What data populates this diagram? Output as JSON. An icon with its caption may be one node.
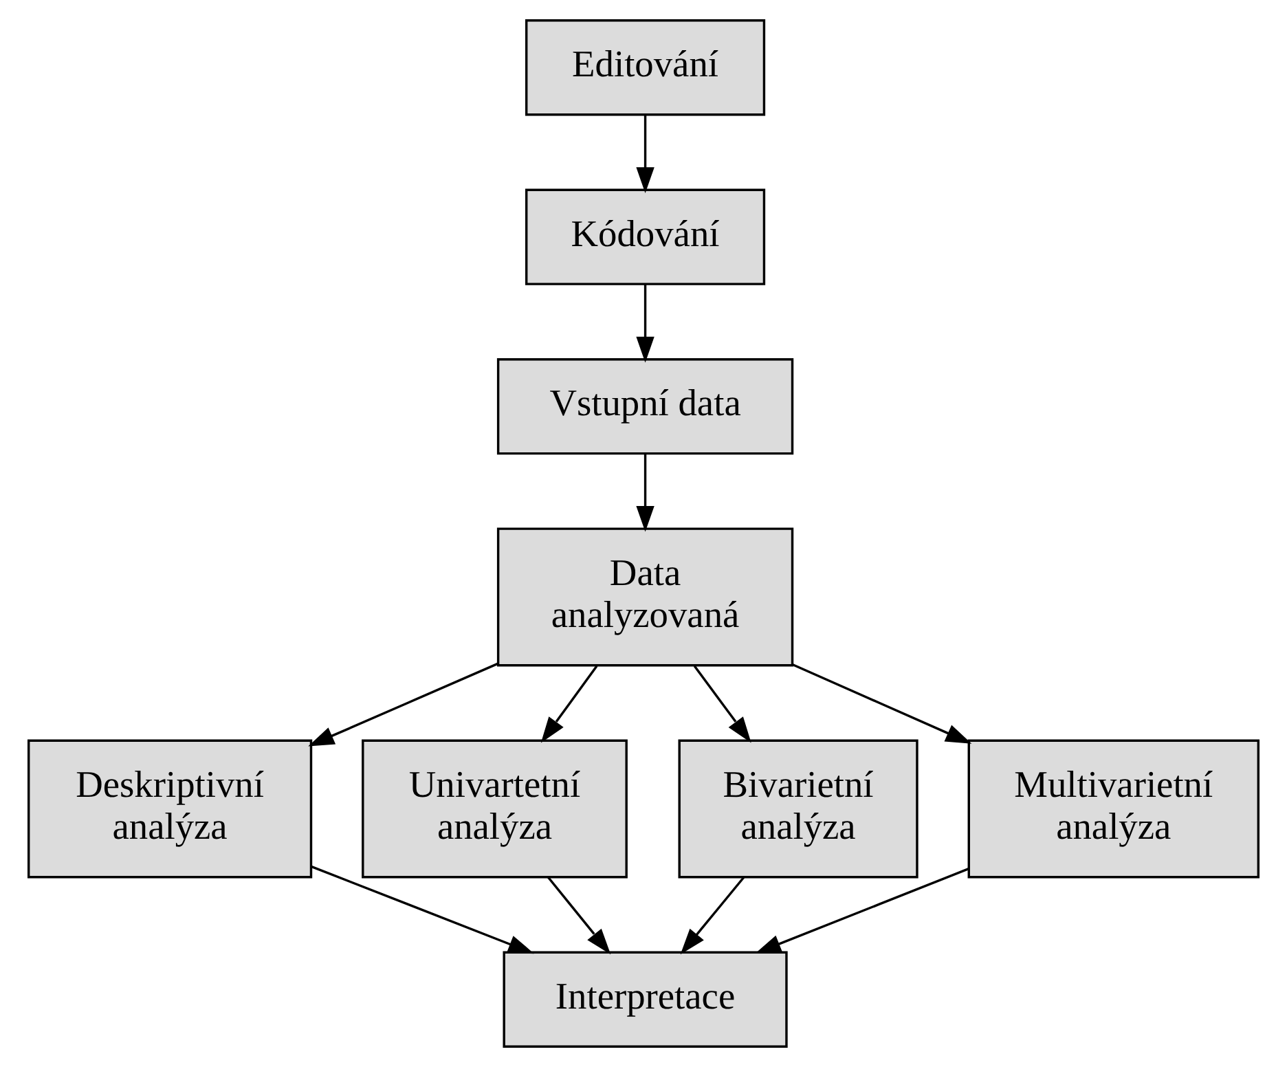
{
  "diagram": {
    "nodes": [
      {
        "text": [
          "Editování"
        ]
      },
      {
        "text": [
          "Kódování"
        ]
      },
      {
        "text": [
          "Vstupní data"
        ]
      },
      {
        "text": [
          "Data analyzovaná"
        ]
      },
      {
        "text": [
          "Deskriptivní analýza"
        ]
      },
      {
        "text": [
          "Univartetní analýza"
        ]
      },
      {
        "text": [
          "Bivarietní analýza"
        ]
      },
      {
        "text": [
          "Multivarietní analýza"
        ]
      },
      {
        "text": [
          "Interpretace"
        ]
      }
    ],
    "edges": [
      {
        "from": 0,
        "to": 1,
        "arrow": "to"
      },
      {
        "from": 1,
        "to": 2,
        "arrow": "to"
      },
      {
        "from": 2,
        "to": 3,
        "arrow": "to"
      },
      {
        "from": 3,
        "to": 4,
        "arrow": "to"
      },
      {
        "from": 3,
        "to": 5,
        "arrow": "to"
      },
      {
        "from": 3,
        "to": 6,
        "arrow": "to"
      },
      {
        "from": 3,
        "to": 7,
        "arrow": "to"
      },
      {
        "from": 4,
        "to": 8,
        "arrow": "to"
      },
      {
        "from": 5,
        "to": 8,
        "arrow": "to"
      },
      {
        "from": 6,
        "to": 8,
        "arrow": "to"
      },
      {
        "from": 7,
        "to": 8,
        "arrow": "to"
      }
    ]
  }
}
